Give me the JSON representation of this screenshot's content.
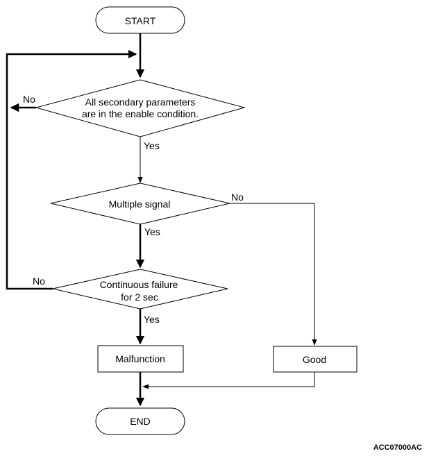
{
  "nodes": {
    "start": "START",
    "decision_enable": [
      "All secondary parameters",
      "are in the enable condition."
    ],
    "decision_multiple": "Multiple signal",
    "decision_continuous": [
      "Continuous failure",
      "for 2 sec"
    ],
    "malfunction": "Malfunction",
    "good": "Good",
    "end": "END"
  },
  "edges": {
    "enable_no": "No",
    "enable_yes": "Yes",
    "multiple_no": "No",
    "multiple_yes": "Yes",
    "continuous_no": "No",
    "continuous_yes": "Yes"
  },
  "figure_code": "ACC07000AC"
}
